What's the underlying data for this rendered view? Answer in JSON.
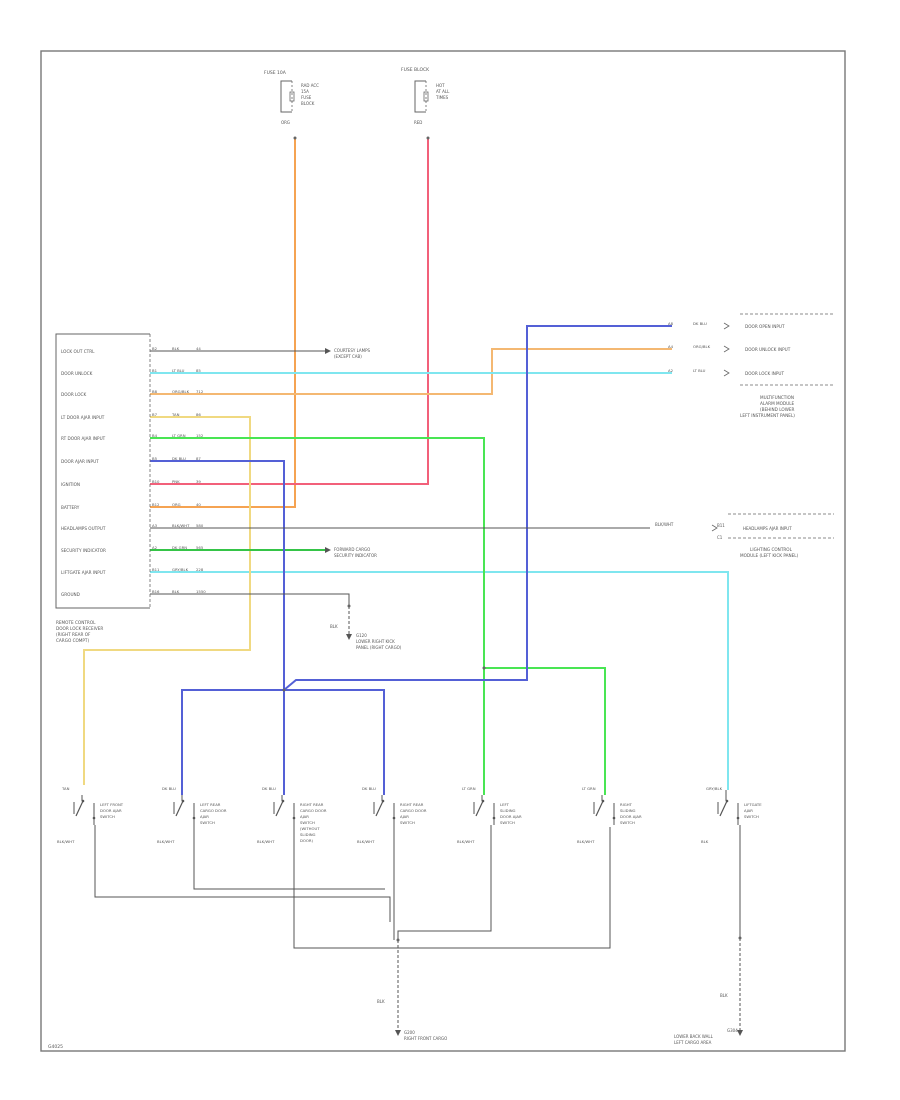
{
  "fuses": {
    "left": {
      "title": "FUSE 10A",
      "lines": [
        "RAD ACC",
        "15A",
        "FUSE",
        "BLOCK"
      ],
      "wire": "ORG"
    },
    "right": {
      "title": "FUSE BLOCK",
      "lines": [
        "HOT",
        "AT ALL",
        "TIMES"
      ],
      "wire": "RED"
    }
  },
  "module": {
    "pins": [
      {
        "label": "LOCK OUT CTRL",
        "pin": "B2",
        "wire": "BLK",
        "num": "44"
      },
      {
        "label": "DOOR UNLOCK",
        "pin": "B1",
        "wire": "LT BLU",
        "num": "85"
      },
      {
        "label": "DOOR LOCK",
        "pin": "B8",
        "wire": "ORG/BLK",
        "num": "712"
      },
      {
        "label": "LT DOOR AJAR INPUT",
        "pin": "B7",
        "wire": "TAN",
        "num": "86"
      },
      {
        "label": "RT DOOR AJAR INPUT",
        "pin": "B4",
        "wire": "LT GRN",
        "num": "152"
      },
      {
        "label": "DOOR AJAR INPUT",
        "pin": "B5",
        "wire": "DK BLU",
        "num": "87"
      },
      {
        "label": "IGNITION",
        "pin": "B10",
        "wire": "PNK",
        "num": "39"
      },
      {
        "label": "BATTERY",
        "pin": "B12",
        "wire": "ORG",
        "num": "40"
      },
      {
        "label": "HEADLAMPS OUTPUT",
        "pin": "A3",
        "wire": "BLK/WHT",
        "num": "580"
      },
      {
        "label": "SECURITY INDICATOR",
        "pin": "A2",
        "wire": "DK GRN",
        "num": "565"
      },
      {
        "label": "LIFTGATE AJAR INPUT",
        "pin": "B11",
        "wire": "GRY/BLK",
        "num": "228"
      },
      {
        "label": "GROUND",
        "pin": "B16",
        "wire": "BLK",
        "num": "1550"
      }
    ],
    "name_lines": [
      "REMOTE CONTROL",
      "DOOR LOCK RECEIVER",
      "(RIGHT REAR OF",
      "CARGO COMPT)"
    ]
  },
  "right_components": {
    "door_connector": {
      "labels": [
        "DOOR OPEN INPUT",
        "DOOR UNLOCK INPUT",
        "DOOR LOCK INPUT"
      ],
      "pins": [
        "A8",
        "A4",
        "A2"
      ],
      "wires": [
        "DK BLU",
        "ORG/BLK",
        "LT BLU"
      ]
    },
    "door_name": [
      "MULTIFUNCTION",
      "ALARM MODULE",
      "(BEHIND LOWER",
      "LEFT INSTRUMENT PANEL)"
    ],
    "headlamp": {
      "label": "HEADLAMPS AJAR INPUT",
      "pin": "B11",
      "wire": "BLK/WHT",
      "num": "C1"
    },
    "headlamp_name": [
      "LIGHTING CONTROL",
      "MODULE (LEFT KICK PANEL)"
    ]
  },
  "mid_refs": {
    "courtesy": [
      "COURTESY LAMPS",
      "(EXCEPT CAB)"
    ],
    "security": [
      "FORWARD CARGO",
      "SECURITY INDICATOR"
    ],
    "ground_wire": "BLK",
    "ground": [
      "G120",
      "LOWER RIGHT KICK",
      "PANEL (RIGHT CARGO)"
    ]
  },
  "switches": [
    {
      "wire": "TAN",
      "name": [
        "LEFT FRONT",
        "DOOR AJAR",
        "SWITCH"
      ],
      "bottom": "BLK/WHT"
    },
    {
      "wire": "DK BLU",
      "name": [
        "LEFT REAR",
        "CARGO DOOR",
        "AJAR",
        "SWITCH"
      ],
      "bottom": "BLK/WHT"
    },
    {
      "wire": "DK BLU",
      "name": [
        "RIGHT REAR",
        "CARGO DOOR",
        "AJAR",
        "SWITCH",
        "(WITHOUT",
        "SLIDING",
        "DOOR)"
      ],
      "bottom": "BLK/WHT"
    },
    {
      "wire": "DK BLU",
      "name": [
        "RIGHT REAR",
        "CARGO DOOR",
        "AJAR",
        "SWITCH"
      ],
      "bottom": "BLK/WHT"
    },
    {
      "wire": "LT GRN",
      "name": [
        "LEFT",
        "SLIDING",
        "DOOR AJAR",
        "SWITCH"
      ],
      "bottom": "BLK/WHT"
    },
    {
      "wire": "LT GRN",
      "name": [
        "RIGHT",
        "SLIDING",
        "DOOR AJAR",
        "SWITCH"
      ],
      "bottom": "BLK/WHT"
    },
    {
      "wire": "GRY/BLK",
      "name": [
        "LIFTGATE",
        "AJAR",
        "SWITCH"
      ],
      "bottom": "BLK"
    }
  ],
  "grounds": {
    "left": {
      "wire": "BLK",
      "lines": [
        "G200",
        "RIGHT FRONT CARGO"
      ]
    },
    "right": {
      "wire": "BLK",
      "lines": [
        "G304",
        "LOWER BACK WALL",
        "LEFT CARGO AREA"
      ]
    }
  },
  "page_id": "G4025",
  "colors": {
    "org": "#f5a352",
    "red": "#f2607a",
    "blu": "#5460d6",
    "ltblu": "#7fe6ef",
    "grn": "#49e553",
    "tan": "#f0d981",
    "blk": "#555555"
  }
}
